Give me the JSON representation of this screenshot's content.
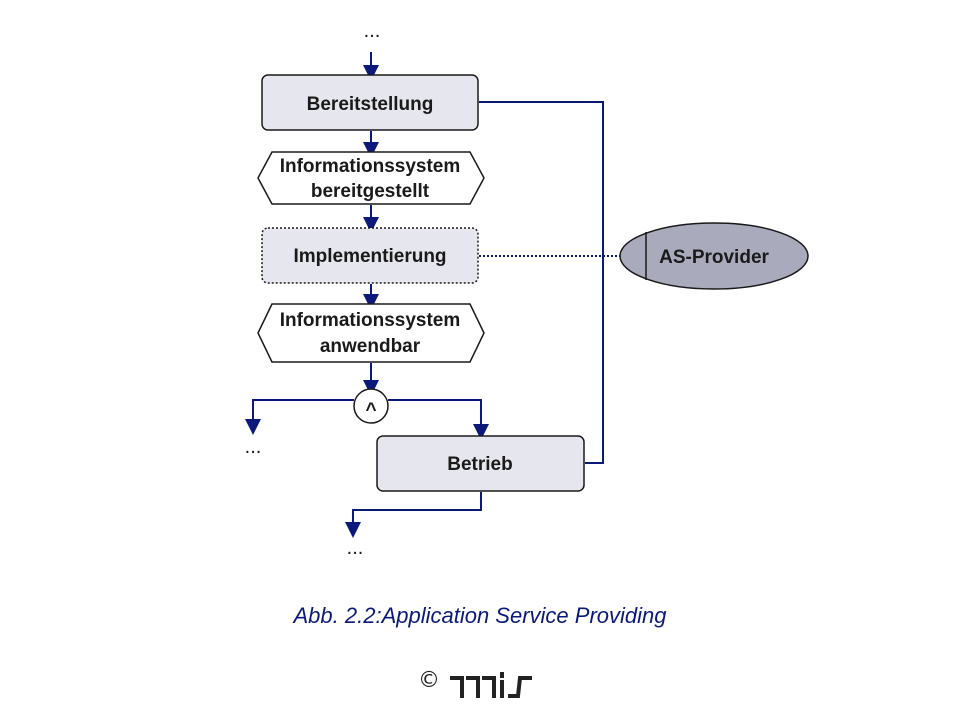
{
  "nodes": {
    "bereitstellung": "Bereitstellung",
    "event1_line1": "Informationssystem",
    "event1_line2": "bereitgestellt",
    "implementierung": "Implementierung",
    "event2_line1": "Informationssystem",
    "event2_line2": "anwendbar",
    "connector": "^",
    "betrieb": "Betrieb",
    "provider": "AS-Provider"
  },
  "ellipsis": {
    "top": "...",
    "left": "...",
    "bottom": "..."
  },
  "caption": "Abb. 2.2:Application Service Providing",
  "copyright": "©",
  "colors": {
    "line": "#0b1a7a",
    "box_fill": "#e6e6ee",
    "provider_fill": "#a9abbd"
  }
}
